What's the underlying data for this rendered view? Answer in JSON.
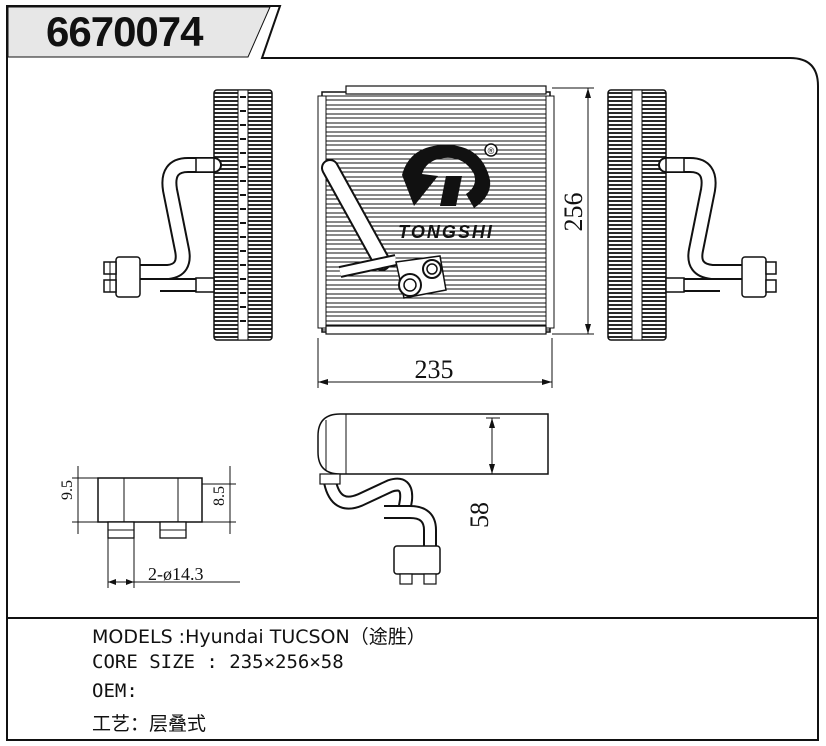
{
  "part_number": "6670074",
  "brand": "TONGSHI",
  "registered_mark": "®",
  "dimensions": {
    "width": "235",
    "height": "256",
    "depth": "58",
    "flange_left_height": "9.5",
    "flange_right_height": "8.5",
    "port_diameter": "2-ø14.3"
  },
  "specs": {
    "models": "MODELS :Hyundai TUCSON（途胜）",
    "core_size": "CORE SIZE : 235×256×58",
    "oem": "OEM:",
    "process": "工艺：层叠式"
  },
  "colors": {
    "title_band": "#e7e7e7",
    "line": "#111111",
    "fin": "#2a2a2a"
  }
}
